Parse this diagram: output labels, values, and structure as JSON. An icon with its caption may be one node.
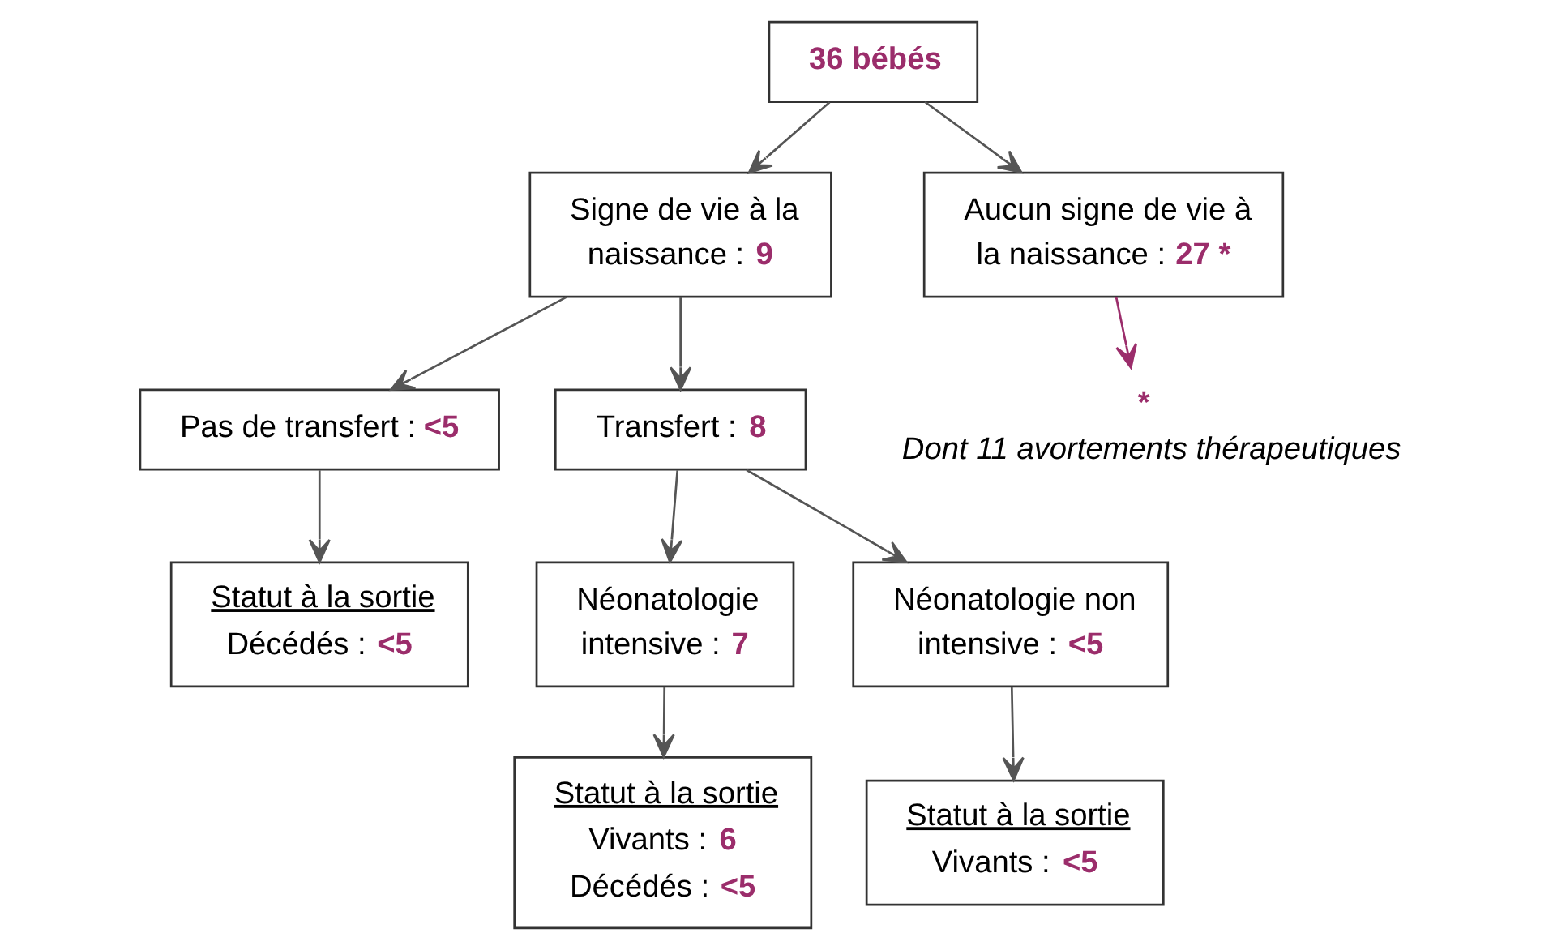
{
  "diagram": {
    "nodes": [
      {
        "text": [
          "**36 bébés**"
        ]
      },
      {
        "text": [
          "Signe de vie à la naissance : **9**"
        ]
      },
      {
        "text": [
          "Aucun signe de vie à la naissance : **27 ***"
        ]
      },
      {
        "text": [
          "Pas de transfert : **<5**"
        ]
      },
      {
        "text": [
          "Transfert : **8**"
        ]
      },
      {
        "text": [
          "Statut à la sortie",
          "Décédés : **<5**"
        ]
      },
      {
        "text": [
          "Néonatologie intensive : **7**"
        ]
      },
      {
        "text": [
          "Néonatologie non intensive : **<5**"
        ]
      },
      {
        "text": [
          "Statut à la sortie",
          "Vivants : **6**",
          "Décédés : **<5**"
        ]
      },
      {
        "text": [
          "Statut à la sortie",
          "Vivants : **<5**"
        ]
      },
      {
        "text": [
          "*",
          "Dont 11 avortements thérapeutiques"
        ]
      }
    ],
    "edges": [
      {
        "from": 0,
        "to": 1,
        "arrow": "to"
      },
      {
        "from": 0,
        "to": 2,
        "arrow": "to"
      },
      {
        "from": 1,
        "to": 3,
        "arrow": "to"
      },
      {
        "from": 1,
        "to": 4,
        "arrow": "to"
      },
      {
        "from": 3,
        "to": 5,
        "arrow": "to"
      },
      {
        "from": 4,
        "to": 6,
        "arrow": "to"
      },
      {
        "from": 4,
        "to": 7,
        "arrow": "to"
      },
      {
        "from": 6,
        "to": 8,
        "arrow": "to"
      },
      {
        "from": 7,
        "to": 9,
        "arrow": "to"
      },
      {
        "from": 2,
        "to": 10,
        "arrow": "to",
        "color": "#9b2d6b"
      }
    ]
  }
}
